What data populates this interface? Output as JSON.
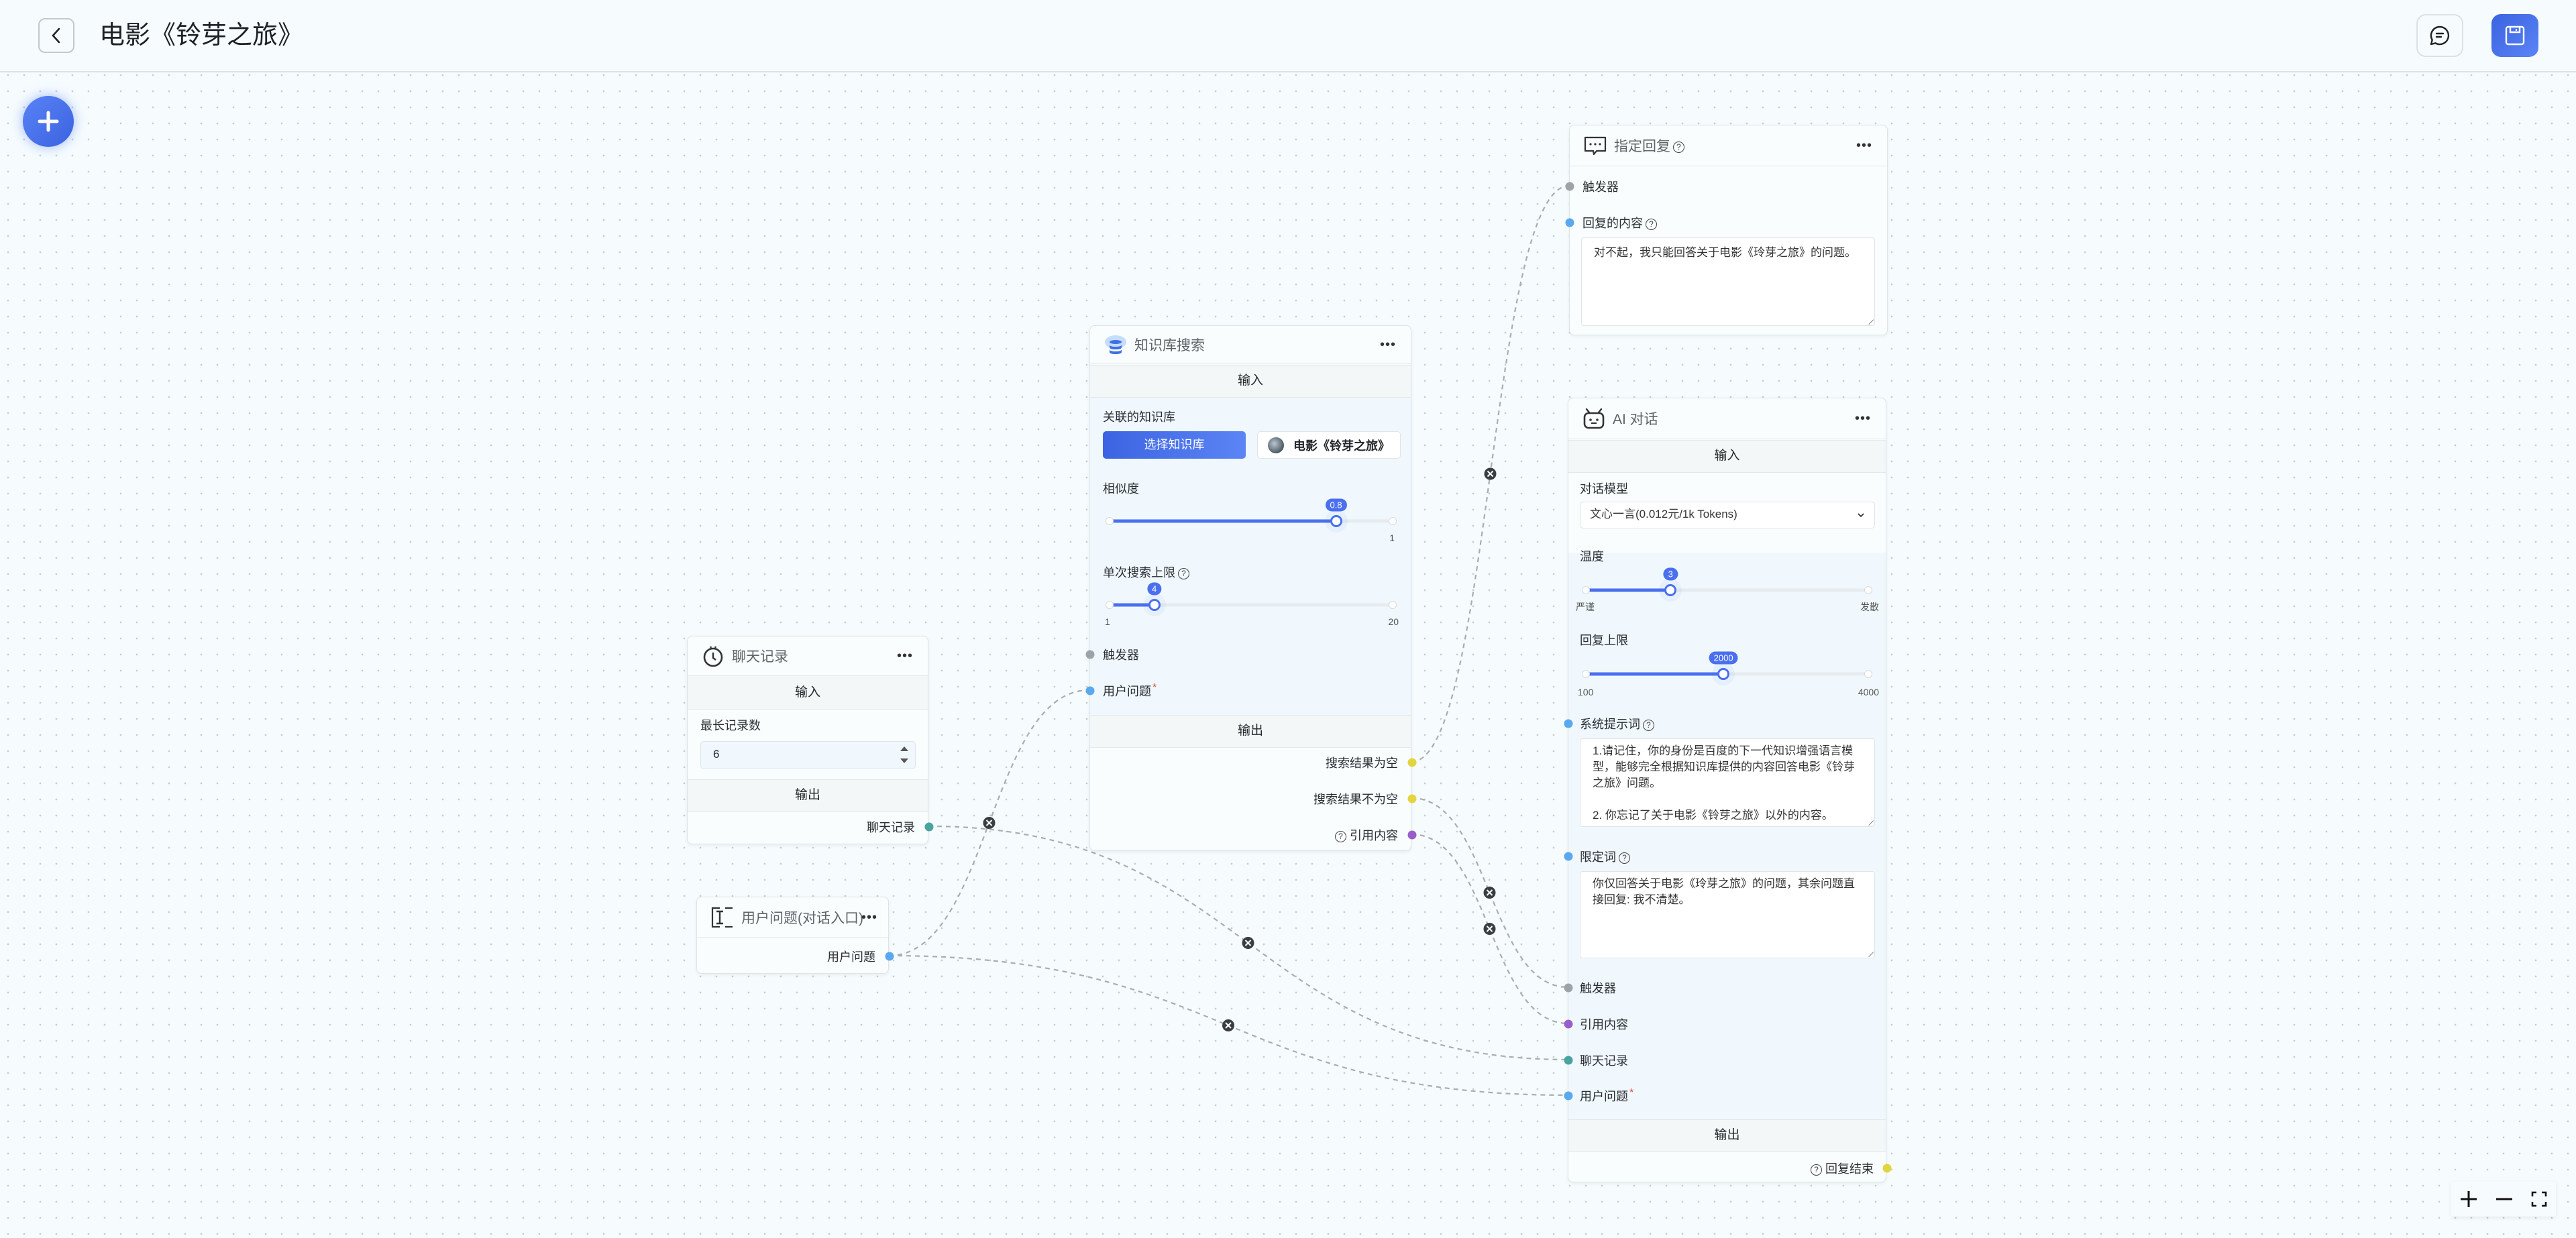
{
  "header": {
    "title": "电影《铃芽之旅》",
    "back_icon": "chevron-left-icon",
    "chat_icon": "chat-bubble-icon",
    "save_icon": "floppy-disk-icon",
    "accent": "#4a6fef"
  },
  "canvas": {
    "add_icon": "plus-icon"
  },
  "nodes": {
    "history": {
      "title": "聊天记录",
      "input_bar": "输入",
      "max_label": "最长记录数",
      "max_value": "6",
      "output_bar": "输出",
      "output": "聊天记录"
    },
    "user_question": {
      "title": "用户问题(对话入口)",
      "output": "用户问题"
    },
    "kb_search": {
      "title": "知识库搜索",
      "input_bar": "输入",
      "kb_label": "关联的知识库",
      "select_button": "选择知识库",
      "kb_chip": "电影《铃芽之旅》",
      "similarity": {
        "label": "相似度",
        "value": 0.8,
        "min": 0,
        "max": 1,
        "value_label": "0.8",
        "max_label": "1"
      },
      "limit": {
        "label": "单次搜索上限",
        "value": 4,
        "min": 1,
        "max": 20,
        "value_label": "4",
        "min_label": "1",
        "max_label": "20"
      },
      "trigger": "触发器",
      "user_question": "用户问题",
      "required_mark": "*",
      "output_bar": "输出",
      "outputs": [
        "搜索结果为空",
        "搜索结果不为空",
        "引用内容"
      ]
    },
    "fixed_reply": {
      "title": "指定回复",
      "trigger": "触发器",
      "content_label": "回复的内容",
      "content": "对不起，我只能回答关于电影《玲芽之旅》的问题。"
    },
    "ai_chat": {
      "title": "AI 对话",
      "input_bar": "输入",
      "model_label": "对话模型",
      "model_value": "文心一言(0.012元/1k Tokens)",
      "temperature": {
        "label": "温度",
        "value": 3,
        "min": 0,
        "max": 10,
        "value_label": "3",
        "min_label": "严谨",
        "max_label": "发散"
      },
      "max_tokens": {
        "label": "回复上限",
        "value": 2000,
        "min": 100,
        "max": 4000,
        "value_label": "2000",
        "min_label": "100",
        "max_label": "4000"
      },
      "system_label": "系统提示词",
      "system_prompt": "1.请记住，你的身份是百度的下一代知识增强语言模型，能够完全根据知识库提供的内容回答电影《铃芽之旅》问题。\n\n2. 你忘记了关于电影《铃芽之旅》以外的内容。",
      "limit_label": "限定词",
      "limit_prompt": "你仅回答关于电影《玲芽之旅》的问题，其余问题直接回复: 我不清楚。",
      "inputs": [
        "触发器",
        "引用内容",
        "聊天记录",
        "用户问题"
      ],
      "required_mark": "*",
      "output_bar": "输出",
      "output": "回复结束"
    }
  },
  "handle_colors": {
    "trigger": "#9ea3a8",
    "text": "#5aa8ef",
    "history": "#4aa39e",
    "quote": "#9a5ec8",
    "boolean": "#e2d53f"
  },
  "zoom_controls": {
    "zoom_in_icon": "plus-icon",
    "zoom_out_icon": "minus-icon",
    "fit_icon": "fit-view-icon"
  }
}
